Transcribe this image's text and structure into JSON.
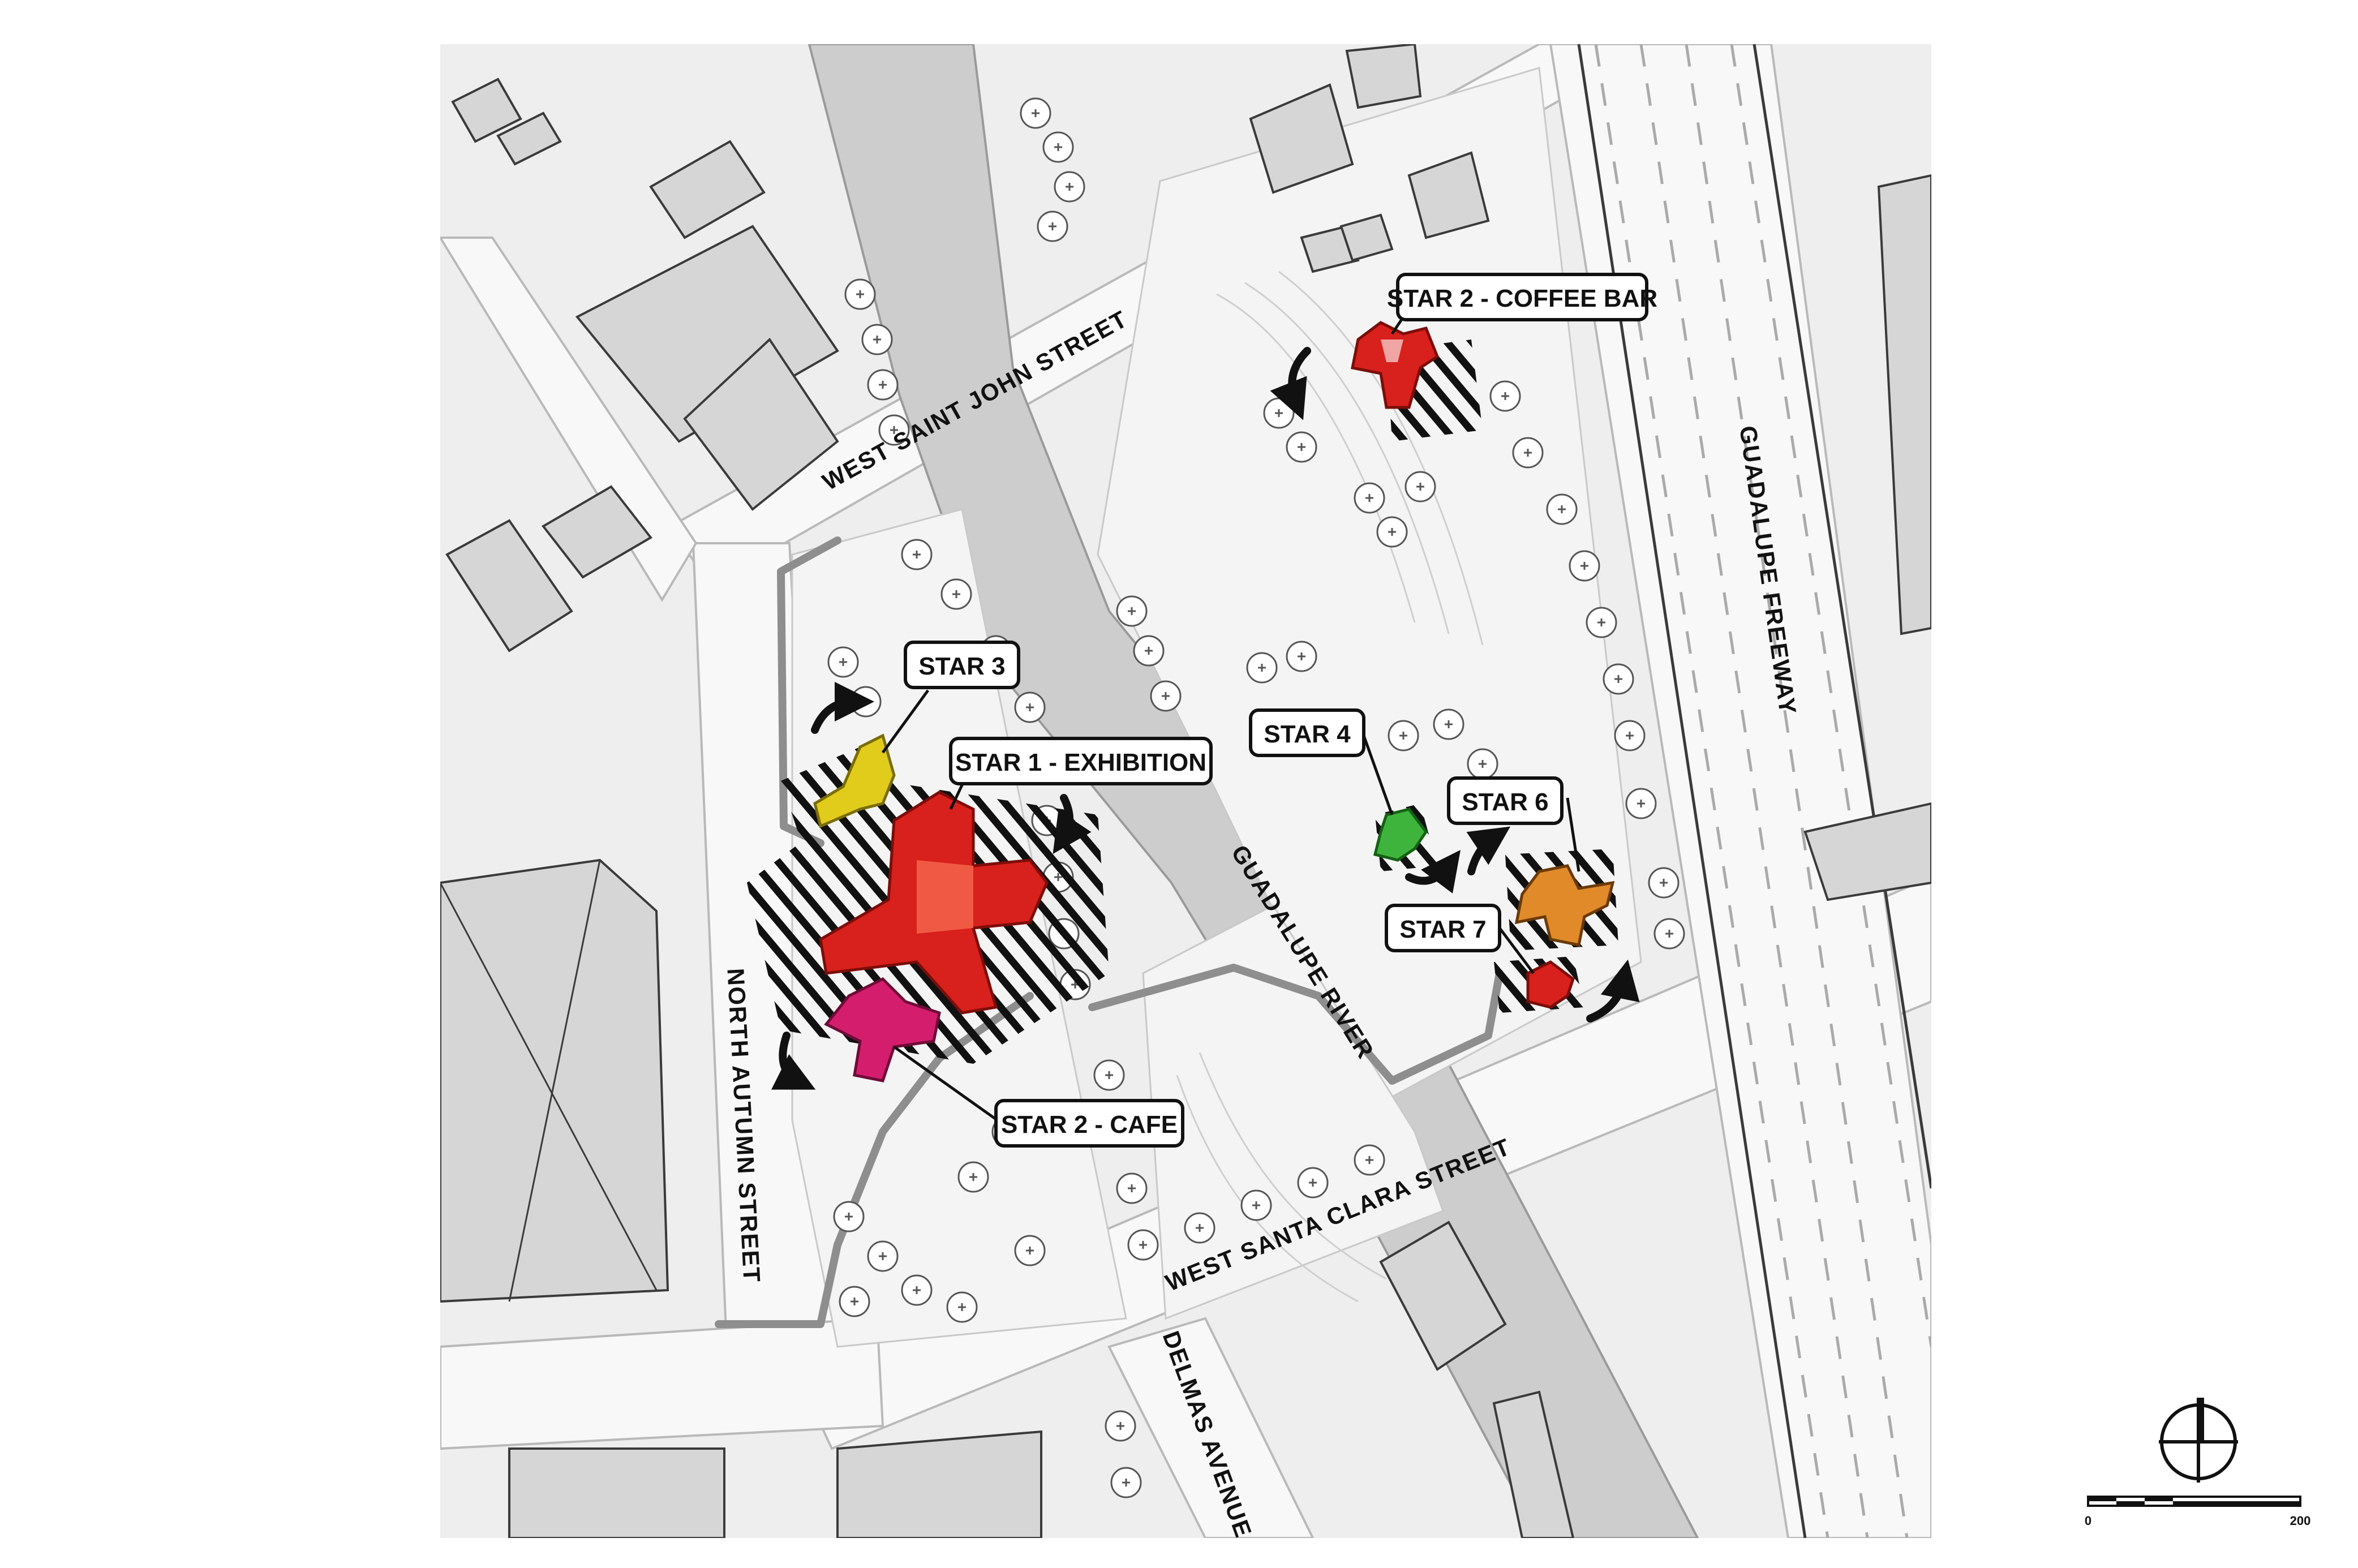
{
  "labels": {
    "coffee_bar": "STAR 2 - COFFEE BAR",
    "star3": "STAR 3",
    "exhibition": "STAR 1 - EXHIBITION",
    "star4": "STAR 4",
    "star6": "STAR 6",
    "star7": "STAR 7",
    "cafe": "STAR 2 - CAFE"
  },
  "streets": {
    "saint_john": "WEST SAINT JOHN STREET",
    "guadalupe_freeway": "GUADALUPE FREEWAY",
    "guadalupe_river": "GUADALUPE RIVER",
    "north_autumn": "NORTH AUTUMN STREET",
    "santa_clara": "WEST SANTA CLARA STREET",
    "delmas": "DELMAS AVENUE"
  },
  "scale_bar": {
    "min": "0",
    "max": "200"
  },
  "icons": [
    "north-arrow-icon",
    "rotation-arrow-icon"
  ],
  "colors": {
    "paper": "#ffffff",
    "ground": "#eeeeee",
    "street": "#f8f8f8",
    "building": "#d6d6d6",
    "building_stroke": "#3a3a3a",
    "river": "#cdcdcd",
    "path": "#8e8e8e",
    "star_red": "#d8201c",
    "star_yellow": "#e1cc1c",
    "star_green": "#3fb43c",
    "star_orange": "#e08a2a",
    "star_magenta": "#d51d6e"
  }
}
